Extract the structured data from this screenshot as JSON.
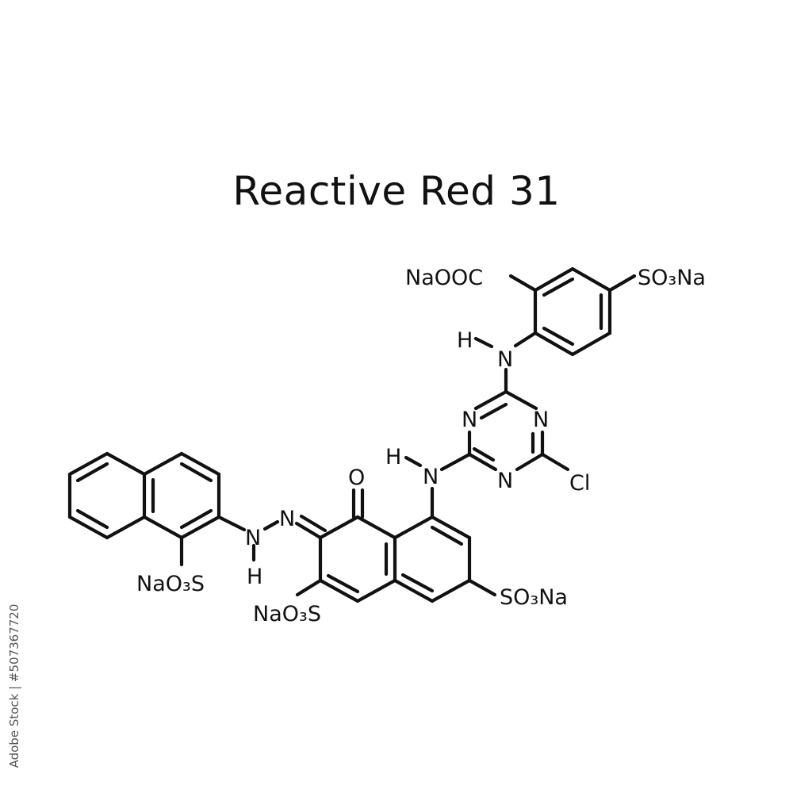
{
  "title": "Reactive Red 31",
  "watermark": "Adobe Stock | #507367720",
  "labels": {
    "naooc": "NaOOC",
    "so3na_top": "SO₃Na",
    "h_upper": "H",
    "n_upper": "N",
    "n_triazine_tl": "N",
    "n_triazine_tr": "N",
    "n_triazine_b": "N",
    "cl": "Cl",
    "h_mid": "H",
    "n_mid": "N",
    "o_carbonyl": "O",
    "n_azo_1": "N",
    "n_azo_2": "N",
    "h_hydrazo": "H",
    "naso3_left": "NaO₃S",
    "naso3_mid": "NaO₃S",
    "so3na_right": "SO₃Na"
  },
  "colors": {
    "ink": "#111111",
    "background": "#ffffff"
  }
}
